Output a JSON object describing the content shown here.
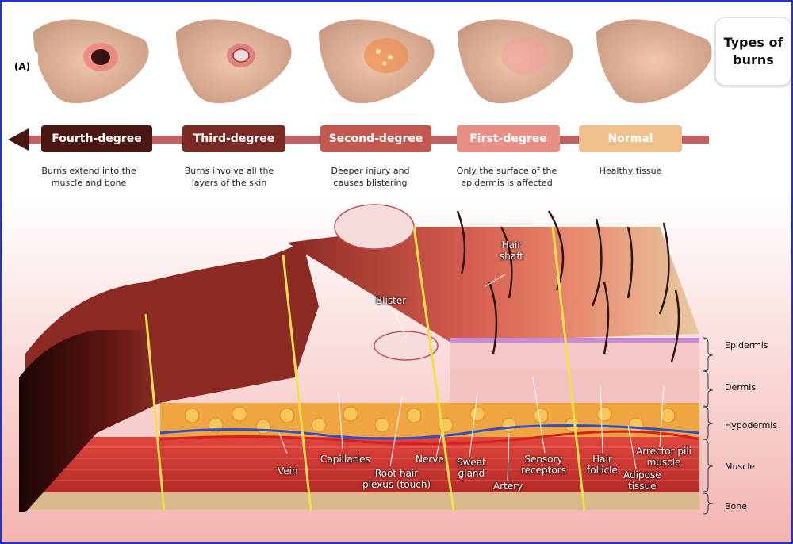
{
  "panel_label": "(A)",
  "title": "Types of\nburns",
  "degrees": [
    {
      "name": "Fourth-degree",
      "desc": "Burns extend into the\nmuscle and bone",
      "color": "#4a1612"
    },
    {
      "name": "Third-degree",
      "desc": "Burns involve all the\nlayers of the skin",
      "color": "#7a2a24"
    },
    {
      "name": "Second-degree",
      "desc": "Deeper injury and\ncauses blistering",
      "color": "#c2584f"
    },
    {
      "name": "First-degree",
      "desc": "Only the surface of the\nepidermis is affected",
      "color": "#e88f86"
    },
    {
      "name": "Normal",
      "desc": "Healthy tissue",
      "color": "#efbf8c"
    }
  ],
  "layers": [
    "Epidermis",
    "Dermis",
    "Hypodermis",
    "Muscle",
    "Bone"
  ],
  "structures": {
    "hair_shaft": "Hair\nshaft",
    "blister": "Blister",
    "vein": "Vein",
    "capillaries": "Capillaries",
    "root_hair_plexus": "Root hair\nplexus (touch)",
    "nerve": "Nerve",
    "sweat_gland": "Sweat\ngland",
    "artery": "Artery",
    "sensory_receptors": "Sensory\nreceptors",
    "hair_follicle": "Hair\nfollicle",
    "adipose_tissue": "Adipose\ntissue",
    "arrector_pili": "Arrector pili\nmuscle"
  },
  "colors": {
    "border": "#1f35c7",
    "divider": "#f2e04a"
  }
}
